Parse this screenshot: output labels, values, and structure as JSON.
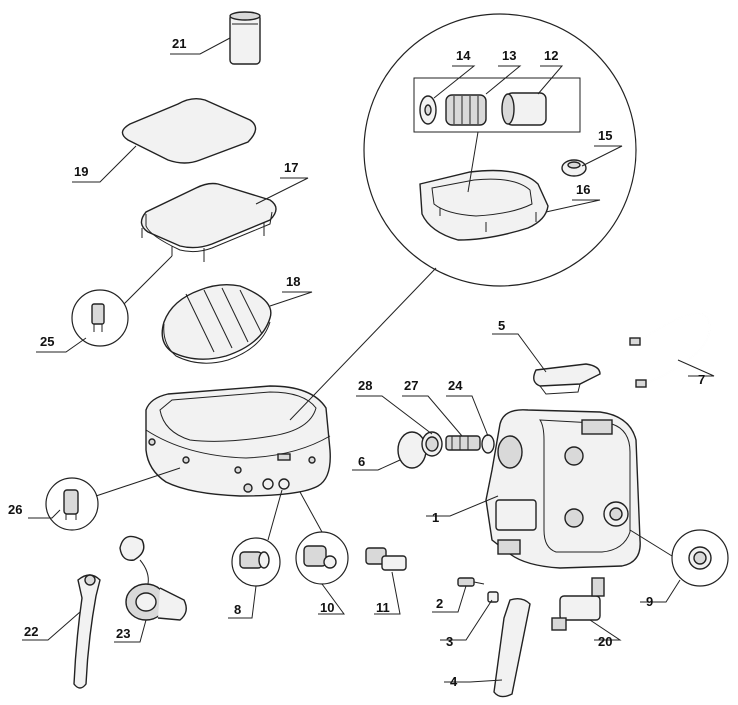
{
  "diagram": {
    "callouts": [
      {
        "id": "1",
        "text": "1"
      },
      {
        "id": "2",
        "text": "2"
      },
      {
        "id": "3",
        "text": "3"
      },
      {
        "id": "4",
        "text": "4"
      },
      {
        "id": "5",
        "text": "5"
      },
      {
        "id": "6",
        "text": "6"
      },
      {
        "id": "7",
        "text": "7"
      },
      {
        "id": "8",
        "text": "8"
      },
      {
        "id": "9",
        "text": "9"
      },
      {
        "id": "10",
        "text": "10"
      },
      {
        "id": "11",
        "text": "11"
      },
      {
        "id": "12",
        "text": "12"
      },
      {
        "id": "13",
        "text": "13"
      },
      {
        "id": "14",
        "text": "14"
      },
      {
        "id": "15",
        "text": "15"
      },
      {
        "id": "16",
        "text": "16"
      },
      {
        "id": "17",
        "text": "17"
      },
      {
        "id": "18",
        "text": "18"
      },
      {
        "id": "19",
        "text": "19"
      },
      {
        "id": "20",
        "text": "20"
      },
      {
        "id": "21",
        "text": "21"
      },
      {
        "id": "22",
        "text": "22"
      },
      {
        "id": "23",
        "text": "23"
      },
      {
        "id": "24",
        "text": "24"
      },
      {
        "id": "25",
        "text": "25"
      },
      {
        "id": "26",
        "text": "26"
      },
      {
        "id": "27",
        "text": "27"
      },
      {
        "id": "28",
        "text": "28"
      }
    ]
  }
}
